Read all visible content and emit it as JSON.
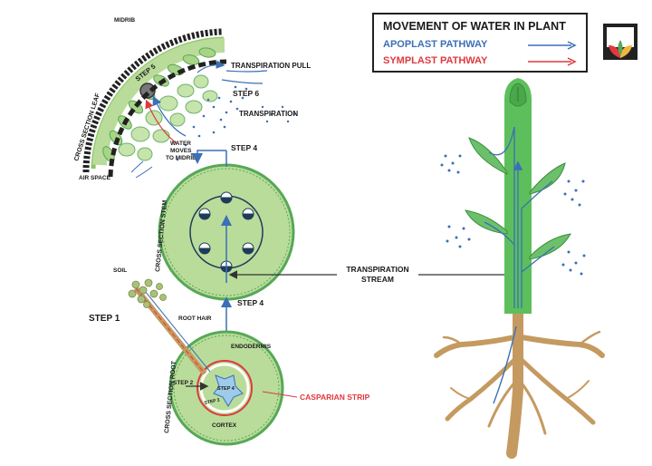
{
  "legend": {
    "title": "MOVEMENT OF WATER IN PLANT",
    "apoplast": "APOPLAST PATHWAY",
    "symplast": "SYMPLAST PATHWAY"
  },
  "colors": {
    "apoplast": "#3b6fb6",
    "symplast": "#e0393e",
    "tissue_light": "#b9dc9a",
    "tissue_dark": "#57a857",
    "stem": "#5cbf5c",
    "root": "#c59a60",
    "vascular": "#1f3b5a"
  },
  "labels": {
    "midrib": "MIDRIB",
    "cross_section_leaf": "CROSS SECTION LEAF",
    "step5": "STEP 5",
    "transpiration_pull": "TRANSPIRATION PULL",
    "step6": "STEP 6",
    "transpiration": "TRANSPIRATION",
    "water_moves_1": "WATER",
    "water_moves_2": "MOVES",
    "water_moves_3": "TO MIDRIB",
    "air_space": "AIR SPACE",
    "step4_top": "STEP 4",
    "cross_section_stem": "CROSS SECTION STEM",
    "soil": "SOIL",
    "root_hair": "ROOT HAIR",
    "step1": "STEP 1",
    "step4_bottom": "STEP 4",
    "endodermis": "ENDODERMIS",
    "cross_section_root": "CROSS SECTION ROOT",
    "step2": "STEP 2",
    "step3": "STEP 3",
    "step_inner": "STEP 4",
    "casparian_strip": "CASPARIAN STRIP",
    "cortex": "CORTEX",
    "transpiration_stream_1": "TRANSPIRATION",
    "transpiration_stream_2": "STREAM"
  }
}
